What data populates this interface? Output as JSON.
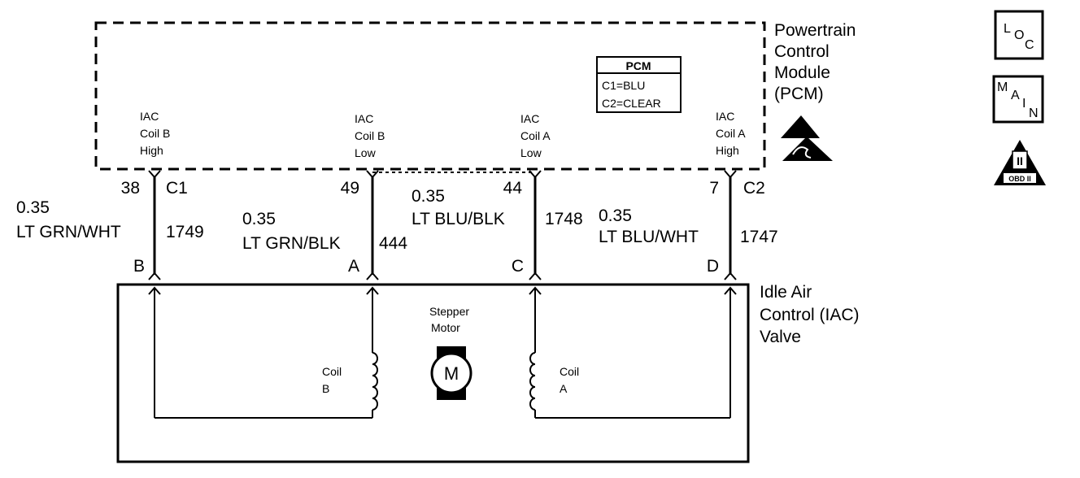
{
  "pcm": {
    "name_lines": [
      "Powertrain",
      "Control",
      "Module",
      "(PCM)"
    ],
    "badge": {
      "title": "PCM",
      "line1": "C1=BLU",
      "line2": "C2=CLEAR"
    }
  },
  "pins": [
    {
      "label_lines": [
        "IAC",
        "Coil B",
        "High"
      ],
      "pin": "38",
      "connector": "C1",
      "gauge": "0.35",
      "color": "LT GRN/WHT",
      "circuit": "1749",
      "terminal": "B"
    },
    {
      "label_lines": [
        "IAC",
        "Coil B",
        "Low"
      ],
      "pin": "49",
      "connector": "",
      "gauge": "0.35",
      "color": "LT GRN/BLK",
      "circuit": "444",
      "terminal": "A"
    },
    {
      "label_lines": [
        "IAC",
        "Coil A",
        "Low"
      ],
      "pin": "44",
      "connector": "",
      "gauge": "0.35",
      "color": "LT BLU/BLK",
      "circuit": "1748",
      "terminal": "C"
    },
    {
      "label_lines": [
        "IAC",
        "Coil A",
        "High"
      ],
      "pin": "7",
      "connector": "C2",
      "gauge": "0.35",
      "color": "LT BLU/WHT",
      "circuit": "1747",
      "terminal": "D"
    }
  ],
  "valve": {
    "name_lines": [
      "Idle Air",
      "Control (IAC)",
      "Valve"
    ],
    "motor_label_lines": [
      "Stepper",
      "Motor"
    ],
    "motor_symbol": "M",
    "coil_b_lines": [
      "Coil",
      "B"
    ],
    "coil_a_lines": [
      "Coil",
      "A"
    ]
  },
  "side_icons": {
    "loc": {
      "chars": [
        "L",
        "O",
        "C"
      ]
    },
    "main": {
      "chars": [
        "M",
        "A",
        "I",
        "N"
      ]
    },
    "obd": {
      "symbol": "II",
      "caption": "OBD II"
    },
    "esd_icon": "electrostatic-discharge-icon"
  }
}
